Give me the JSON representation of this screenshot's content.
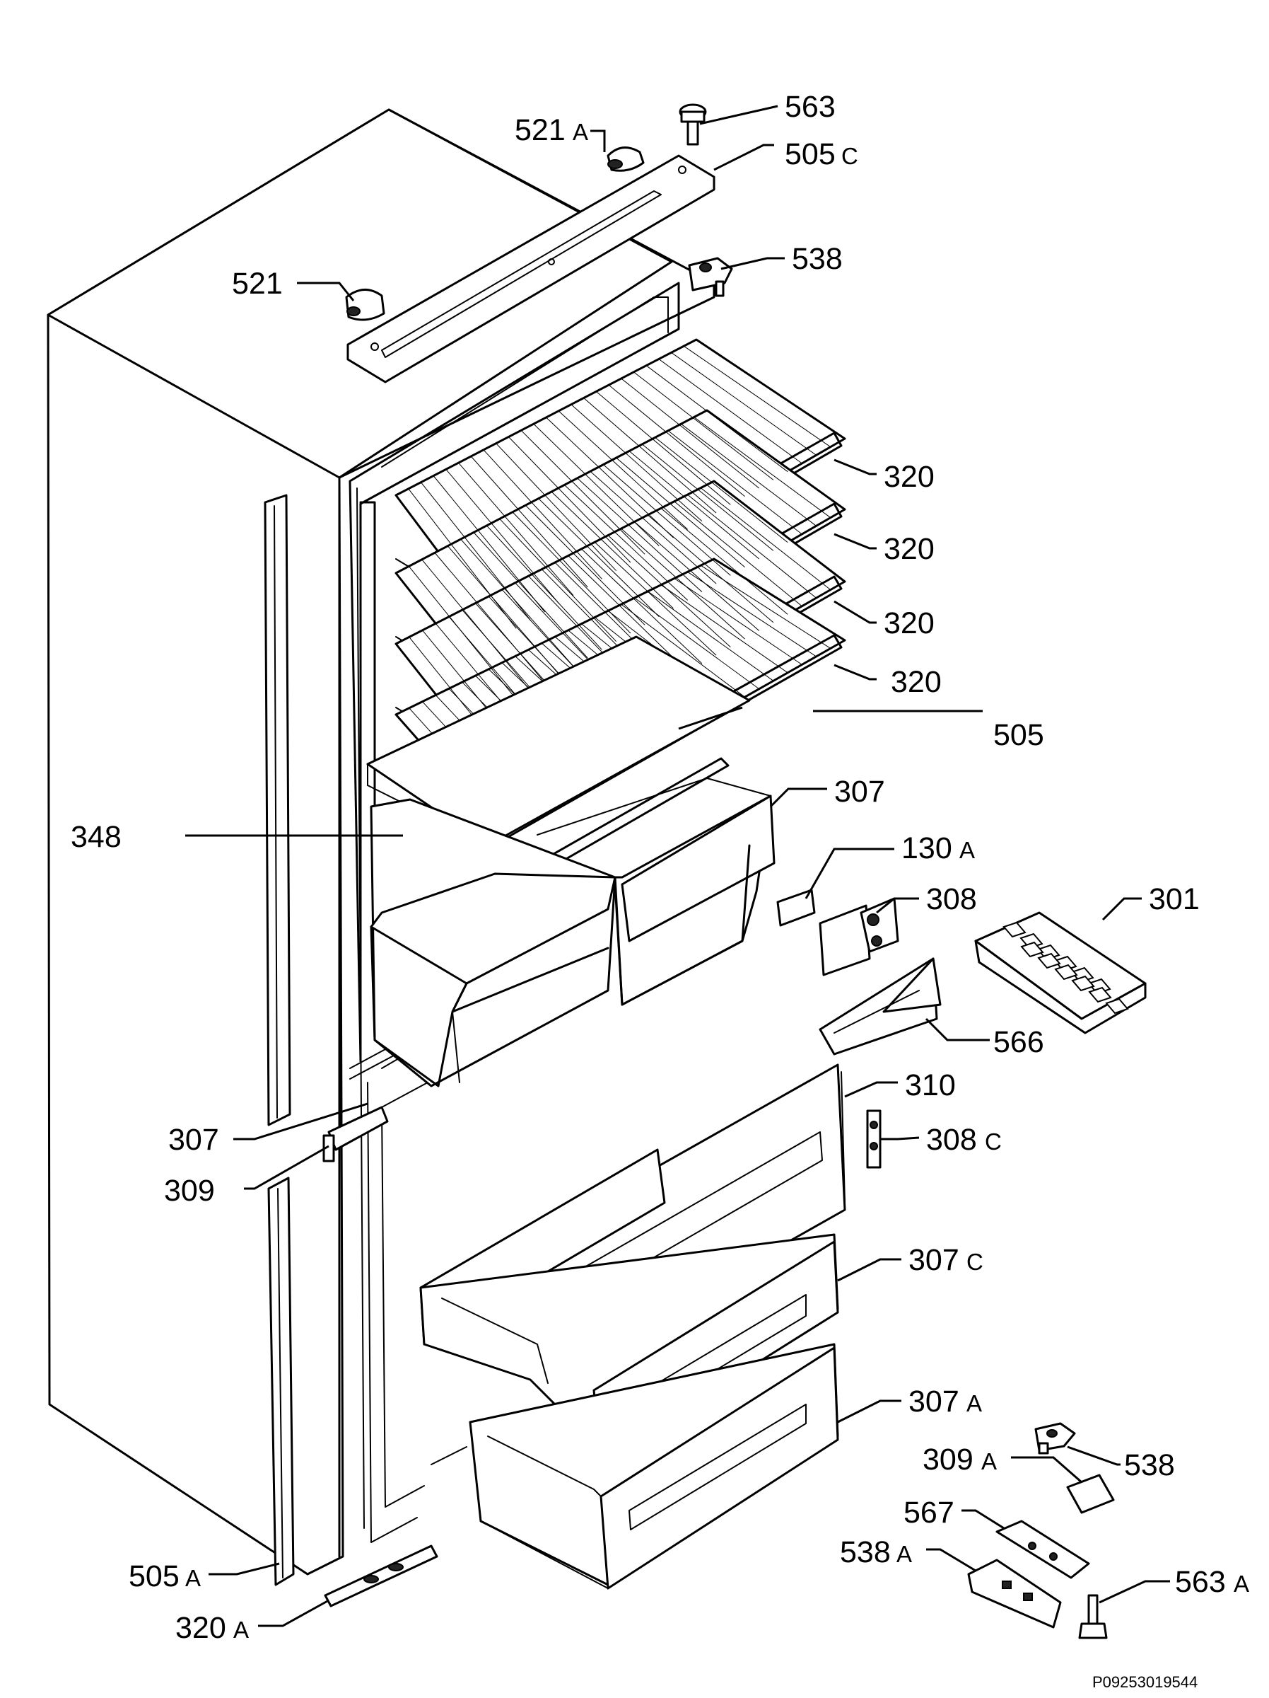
{
  "labels": {
    "l563": "563",
    "l521a": "521",
    "l505c": "505",
    "l538_top": "538",
    "l521": "521",
    "l320_1": "320",
    "l320_2": "320",
    "l320_3": "320",
    "l320_4": "320",
    "l505": "505",
    "l348": "348",
    "l307": "307",
    "l130a": "130",
    "l308": "308",
    "l301": "301",
    "l566": "566",
    "l310": "310",
    "l307_left": "307",
    "l308c": "308",
    "l309": "309",
    "l307c": "307",
    "l307a": "307",
    "l538_bottom": "538",
    "l309a": "309",
    "l567": "567",
    "l538a": "538",
    "l563a": "563",
    "l505a": "505",
    "l320a": "320"
  },
  "suffixes": {
    "s521a": "A",
    "s505c": "C",
    "s130a": "A",
    "s308c": "C",
    "s307c": "C",
    "s307a": "A",
    "s309a": "A",
    "s538a": "A",
    "s563a": "A",
    "s505a": "A",
    "s320a": "A"
  },
  "drawing_code": "P09253019544"
}
